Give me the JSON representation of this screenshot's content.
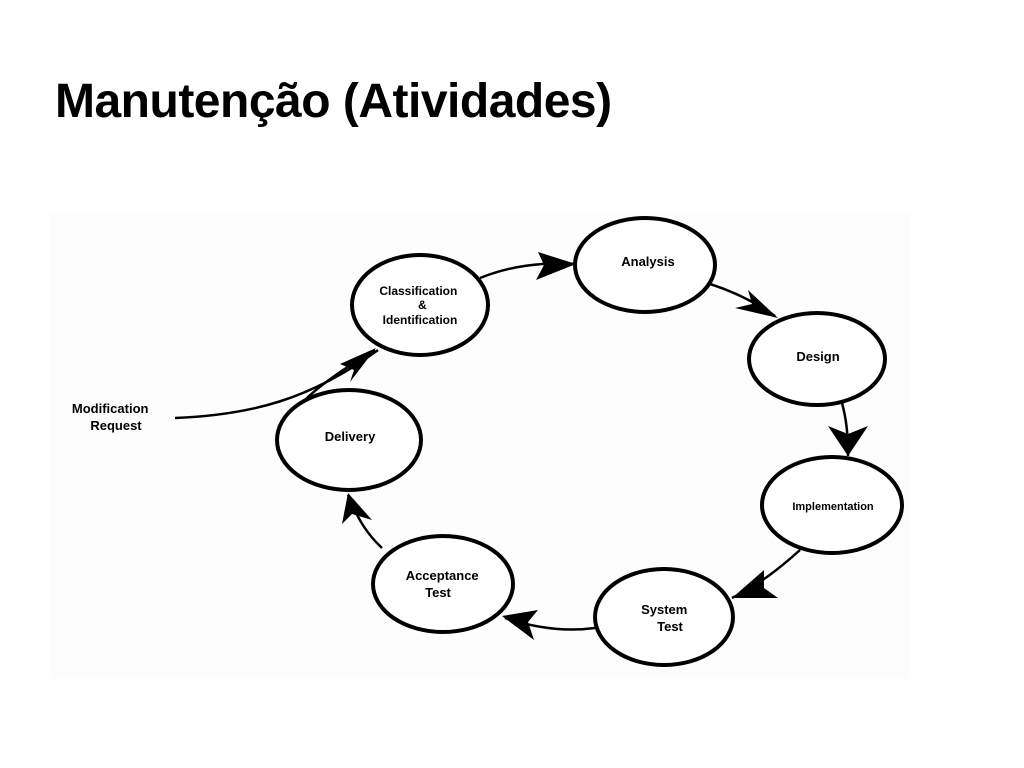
{
  "slide": {
    "title": "Manutenção (Atividades)"
  },
  "diagram": {
    "input_label": [
      "Modification",
      "Request"
    ],
    "nodes": {
      "classification": [
        "Classification",
        "&",
        "Identification"
      ],
      "analysis": [
        "Analysis"
      ],
      "design": [
        "Design"
      ],
      "implementation": [
        "Implementation"
      ],
      "system_test": [
        "System",
        "Test"
      ],
      "acceptance_test": [
        "Acceptance",
        "Test"
      ],
      "delivery": [
        "Delivery"
      ]
    },
    "flow": [
      "Modification Request -> Classification & Identification",
      "Classification & Identification -> Analysis",
      "Analysis -> Design",
      "Design -> Implementation",
      "Implementation -> System Test",
      "System Test -> Acceptance Test",
      "Acceptance Test -> Delivery",
      "Delivery -> Classification & Identification"
    ]
  }
}
